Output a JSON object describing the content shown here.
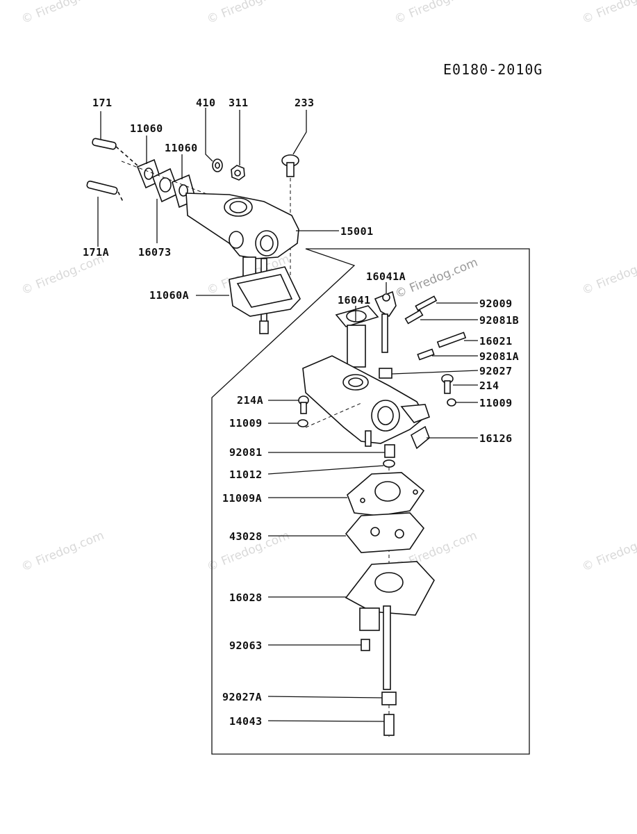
{
  "diagram_code": "E0180-2010G",
  "watermark": "© Firedog.com",
  "labels": {
    "l171": "171",
    "l11060_a": "11060",
    "l410": "410",
    "l311": "311",
    "l233": "233",
    "l11060_b": "11060",
    "l15001": "15001",
    "l171A": "171A",
    "l16073": "16073",
    "l11060A": "11060A",
    "l16041A": "16041A",
    "l16041": "16041",
    "l92009": "92009",
    "l92081B": "92081B",
    "l16021": "16021",
    "l92081A": "92081A",
    "l92027": "92027",
    "l214": "214",
    "l11009_r": "11009",
    "l214A": "214A",
    "l11009_l": "11009",
    "l16126": "16126",
    "l92081": "92081",
    "l11012": "11012",
    "l11009A": "11009A",
    "l43028": "43028",
    "l16028": "16028",
    "l92063": "92063",
    "l92027A": "92027A",
    "l14043": "14043"
  }
}
